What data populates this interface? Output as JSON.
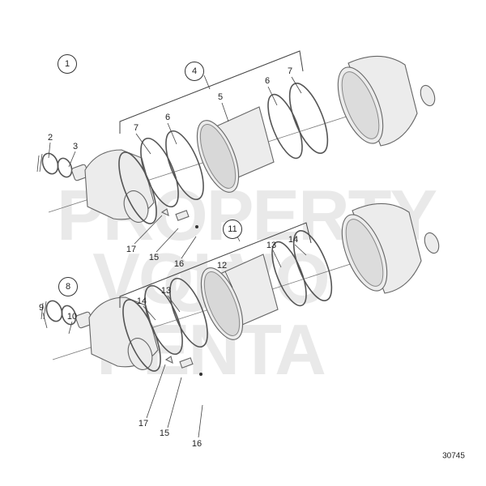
{
  "watermark": {
    "line1": "PROPERTY OF",
    "line2": "VOLVO PENTA"
  },
  "drawing_number": "30745",
  "top_assembly": {
    "group_label": "1",
    "kit_label": "4",
    "callouts": {
      "clamp_right": "7",
      "ring_right": "6",
      "filter": "5",
      "ring_left": "6",
      "clamp_left": "7",
      "inlet_clamp": "2",
      "inlet_ring": "3",
      "bracket": "17",
      "sensor": "15",
      "screw": "16"
    }
  },
  "bottom_assembly": {
    "group_label": "8",
    "kit_label": "11",
    "callouts": {
      "clamp_right": "14",
      "ring_right": "13",
      "filter": "12",
      "ring_left": "13",
      "clamp_left": "14",
      "inlet_clamp": "9",
      "inlet_ring": "10",
      "bracket": "17",
      "sensor": "15",
      "screw": "16"
    }
  }
}
